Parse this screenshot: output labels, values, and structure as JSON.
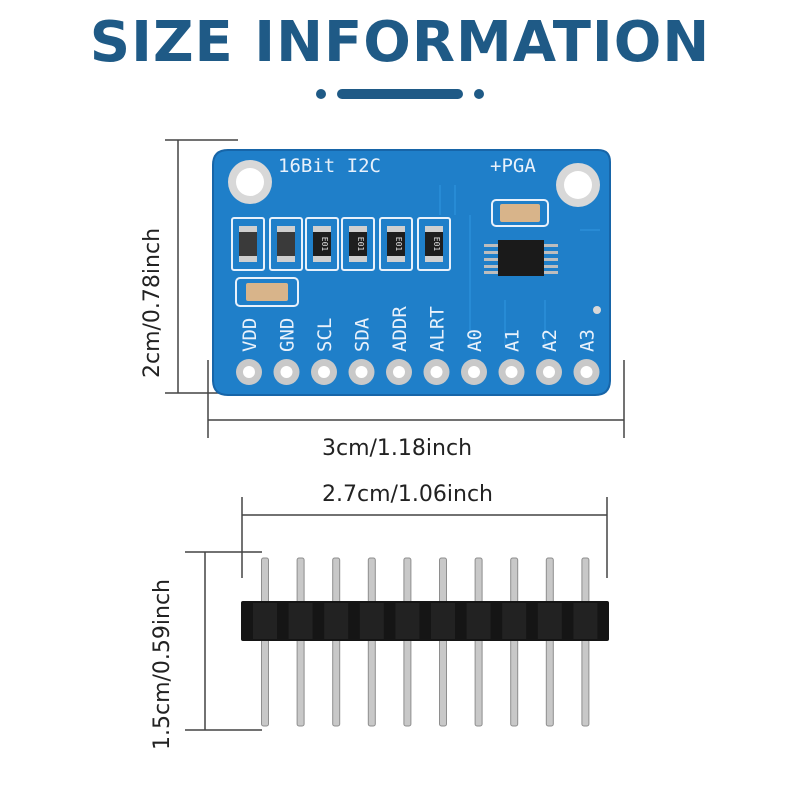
{
  "title": "SIZE INFORMATION",
  "colors": {
    "title": "#1f5a86",
    "pcb": "#1f7fc9",
    "pcb_dark": "#1765a8",
    "silkscreen": "#e8f1fb",
    "pad": "#c9c9c9",
    "header_plastic": "#151515",
    "pin_metal": "#c8c8c8"
  },
  "board": {
    "top_label_left": "16Bit I2C",
    "top_label_right": "+PGA",
    "resistor_marking": "E01",
    "pin_labels": [
      "VDD",
      "GND",
      "SCL",
      "SDA",
      "ADDR",
      "ALRT",
      "A0",
      "A1",
      "A2",
      "A3"
    ]
  },
  "dimensions": {
    "board_height": "2cm/0.78inch",
    "board_width": "3cm/1.18inch",
    "header_width": "2.7cm/1.06inch",
    "header_height": "1.5cm/0.59inch"
  },
  "header": {
    "pin_count": 10
  }
}
